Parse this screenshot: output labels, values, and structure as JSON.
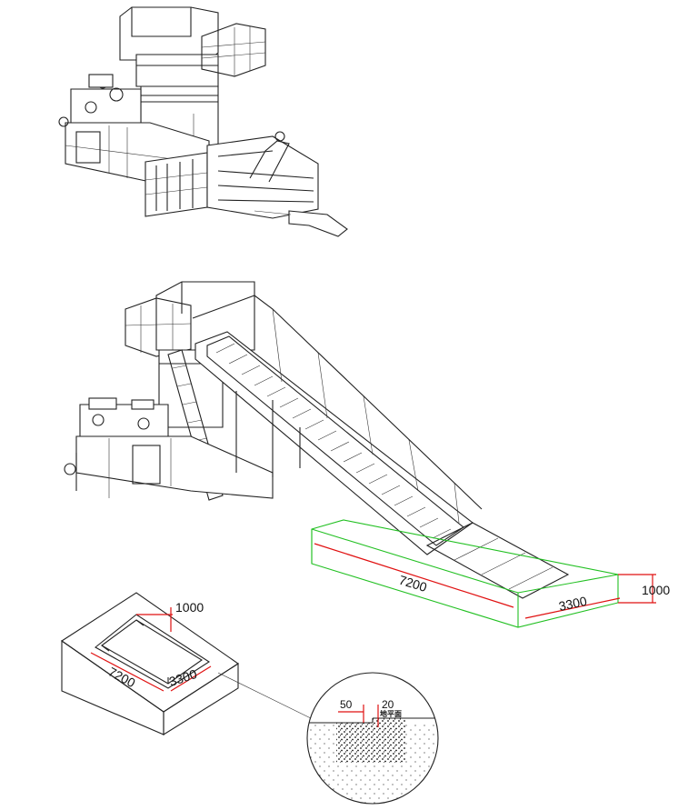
{
  "colors": {
    "line": "#222222",
    "dimension_red": "#e01010",
    "pit_green": "#22c022",
    "background": "#ffffff"
  },
  "drawings": {
    "baler_top": {
      "icon": "horizontal-baler-drawing-icon"
    },
    "baler_conveyor": {
      "icon": "baler-with-conveyor-drawing-icon"
    },
    "pit": {
      "icon": "foundation-pit-drawing-icon"
    },
    "detail": {
      "icon": "pit-edge-detail-drawing-icon"
    }
  },
  "dimensions": {
    "conveyor_pit_length": "7200",
    "conveyor_pit_width": "3300",
    "conveyor_pit_depth": "1000",
    "pit_depth": "1000",
    "pit_length": "7200",
    "pit_width": "3300",
    "detail_offset": "50",
    "detail_step": "20"
  },
  "detail_label": "地平面"
}
